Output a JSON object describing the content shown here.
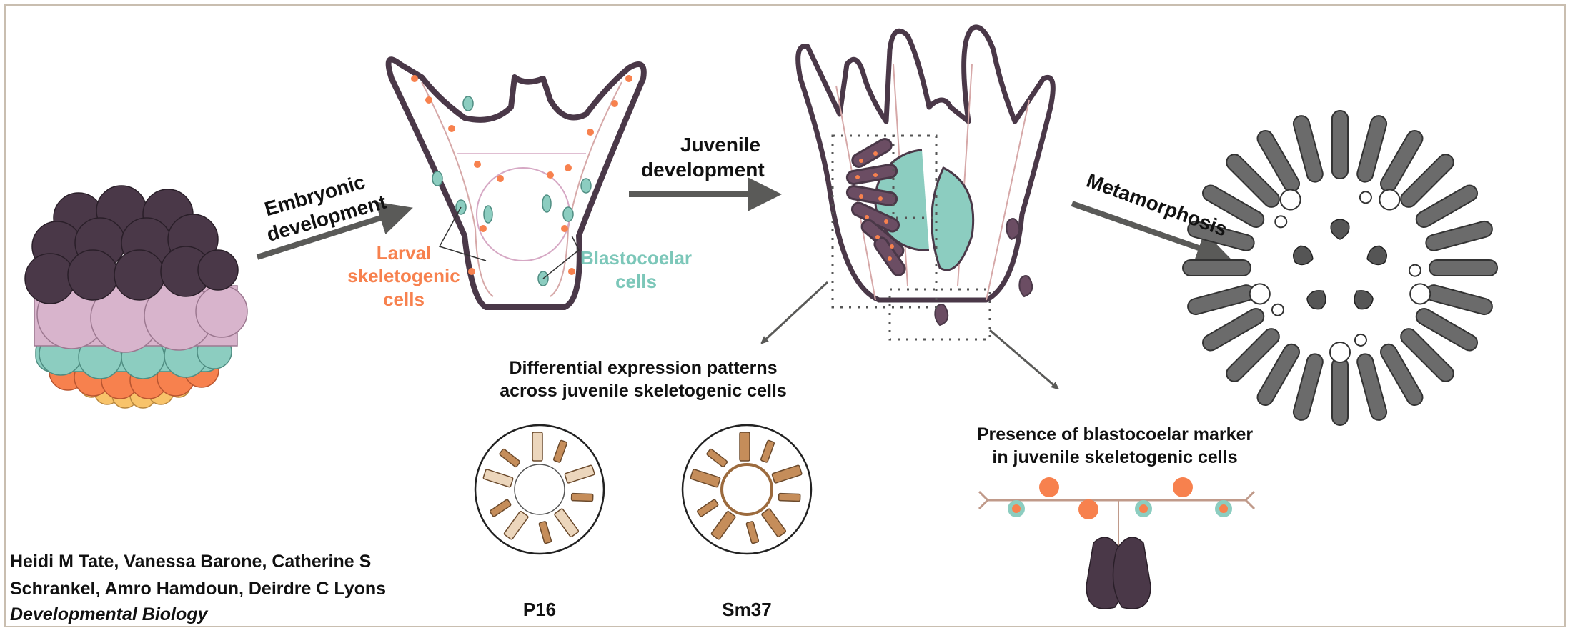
{
  "arrows": {
    "embryonic": [
      "Embryonic",
      "development"
    ],
    "juvenile": [
      "Juvenile",
      "development"
    ],
    "metamorphosis": "Metamorphosis"
  },
  "labels": {
    "larval_skeletogenic": [
      "Larval",
      "skeletogenic",
      "cells"
    ],
    "blastocoelar": [
      "Blastocoelar",
      "cells"
    ],
    "differential": [
      "Differential expression patterns",
      "across juvenile skeletogenic cells"
    ],
    "presence": [
      "Presence of blastocoelar marker",
      "in juvenile skeletogenic cells"
    ],
    "p16": "P16",
    "sm37": "Sm37"
  },
  "citation": {
    "authors_line1": "Heidi M Tate, Vanessa Barone, Catherine S",
    "authors_line2": "Schrankel, Amro Hamdoun, Deirdre C Lyons",
    "journal": "Developmental Biology"
  },
  "colors": {
    "dark_purple": "#4a3848",
    "pink": "#d8b4cc",
    "teal": "#8ccdc0",
    "orange": "#f7814e",
    "yellow": "#f8c36a",
    "arrow_gray": "#5a5a58",
    "tan": "#c58d5a",
    "light_tan": "#ecd6bc"
  }
}
